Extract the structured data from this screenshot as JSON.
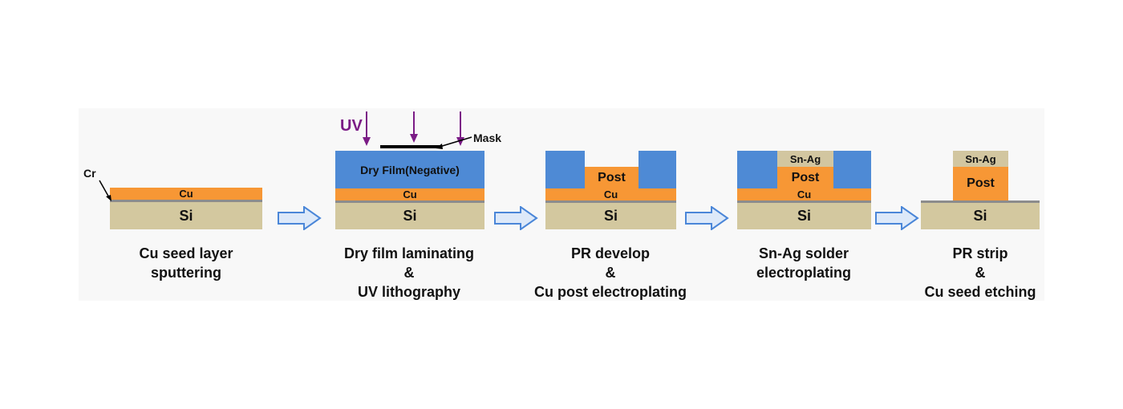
{
  "colors": {
    "si": "#d3c89f",
    "cu": "#f79735",
    "dry_film": "#4e8ad5",
    "sn_ag": "#d2c6a0",
    "cr": "#8c8c8c",
    "uv": "#7b1c86",
    "arrow": "#4a86d8"
  },
  "labels": {
    "si": "Si",
    "cu": "Cu",
    "cr": "Cr",
    "dry_film": "Dry Film(Negative)",
    "uv": "UV",
    "mask": "Mask",
    "post": "Post",
    "sn_ag": "Sn-Ag"
  },
  "steps": [
    {
      "caption": [
        "Cu seed layer",
        "sputtering"
      ]
    },
    {
      "caption": [
        "Dry film laminating",
        "&",
        "UV lithography"
      ]
    },
    {
      "caption": [
        "PR develop",
        "&",
        "Cu post electroplating"
      ]
    },
    {
      "caption": [
        "Sn-Ag solder",
        "electroplating"
      ]
    },
    {
      "caption": [
        "PR strip",
        "&",
        "Cu seed etching"
      ]
    }
  ]
}
